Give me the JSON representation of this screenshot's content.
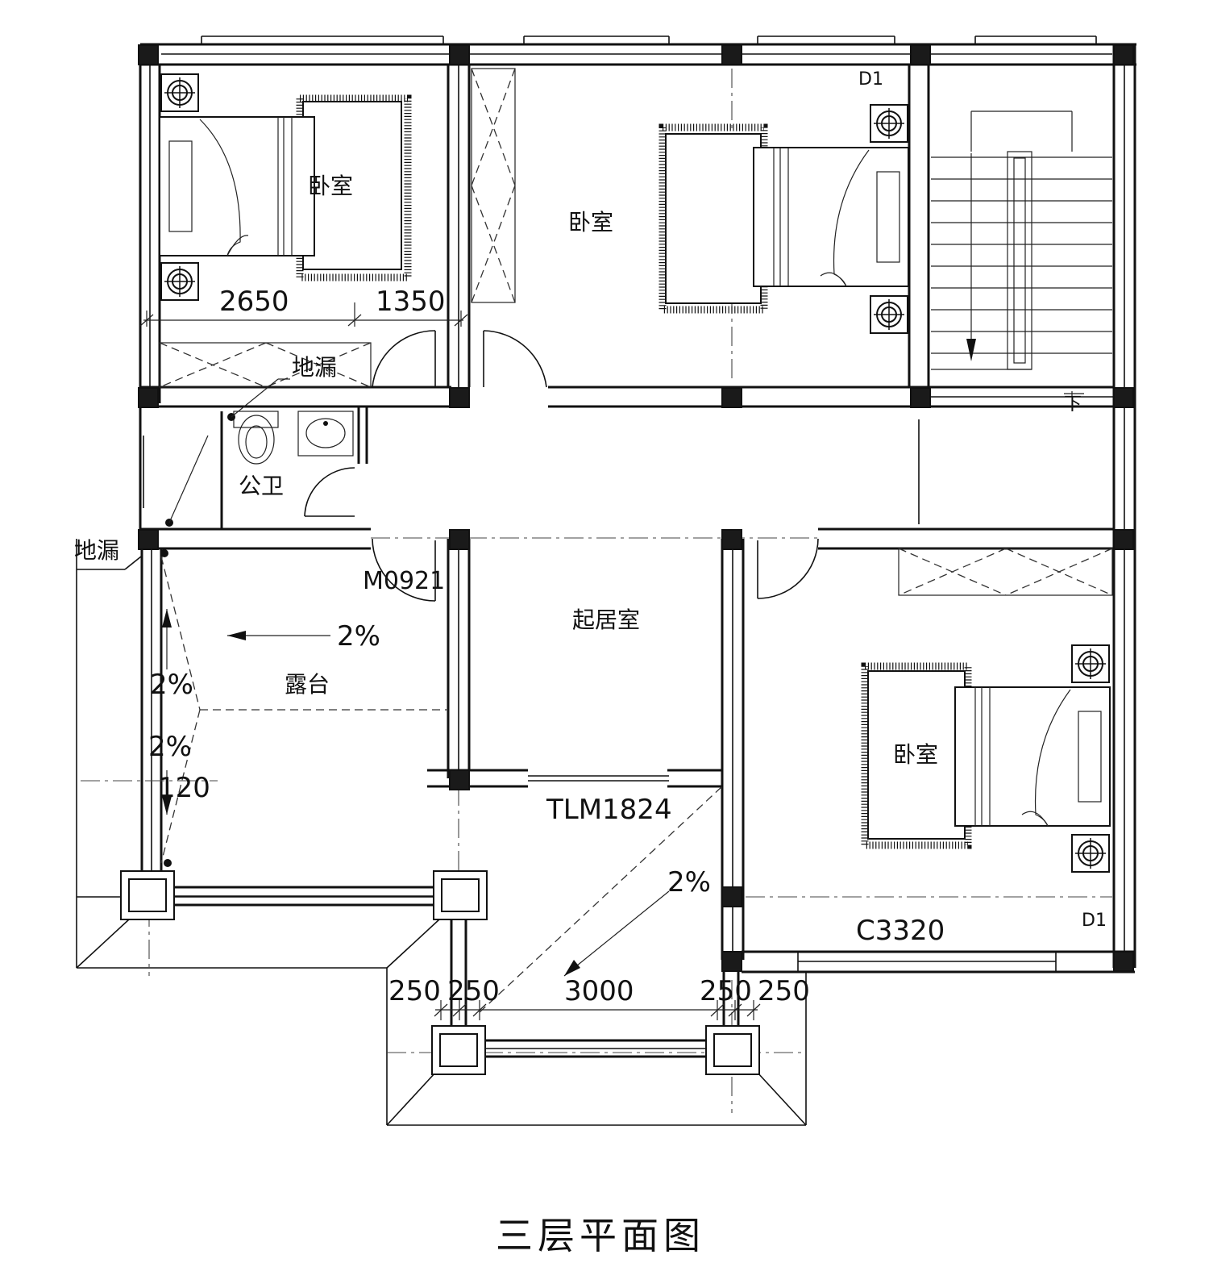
{
  "drawing": {
    "title": "三层平面图",
    "rooms": {
      "bedroom_top_left": "卧室",
      "bedroom_top_center": "卧室",
      "bedroom_right": "卧室",
      "living_room": "起居室",
      "terrace": "露台",
      "public_bathroom": "公卫"
    },
    "labels": {
      "floor_drain_bath": "地漏",
      "floor_drain_terrace": "地漏",
      "door_m0921": "M0921",
      "sliding_door": "TLM1824",
      "window_c3320": "C3320",
      "d1_top": "D1",
      "d1_bottom": "D1",
      "stair_down": "下",
      "slope_terrace_h": "2%",
      "slope_terrace_v1": "2%",
      "slope_terrace_v2": "2%",
      "slope_balcony": "2%",
      "dim_120": "120"
    },
    "dimensions": {
      "top_left_a": "2650",
      "top_left_b": "1350",
      "bottom_1": "250",
      "bottom_2": "250",
      "bottom_3": "3000",
      "bottom_4": "250",
      "bottom_5": "250"
    }
  }
}
